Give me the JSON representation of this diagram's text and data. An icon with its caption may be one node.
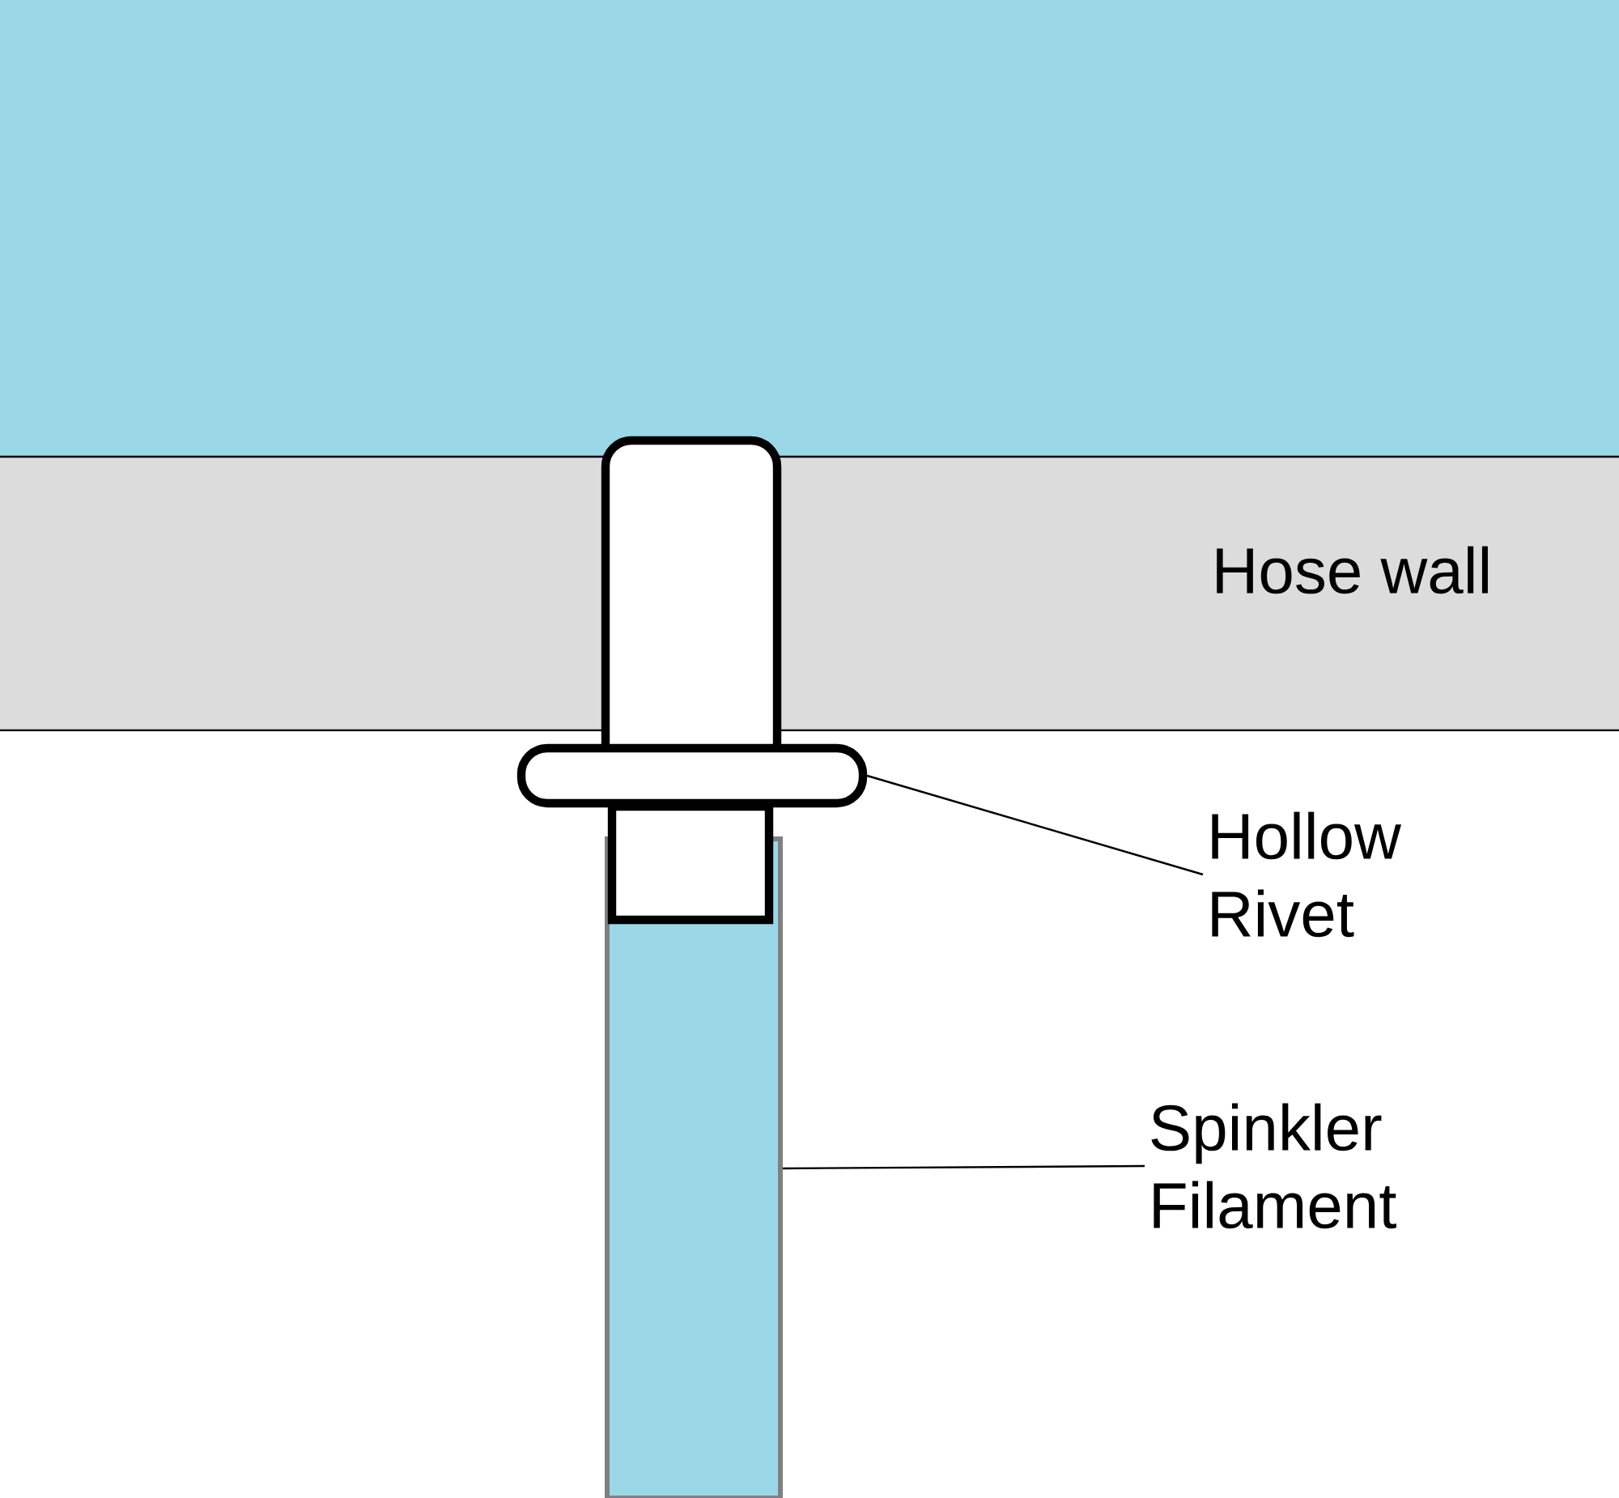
{
  "diagram": {
    "nodes": [
      {
        "text": [
          "Hose wall"
        ]
      },
      {
        "text": [],
        "shape": "rivet"
      },
      {
        "text": [
          "Hollow Rivet"
        ]
      },
      {
        "text": [],
        "shape": "tube"
      },
      {
        "text": [
          "Spinkler Filament"
        ]
      }
    ],
    "edges": [
      {
        "from": 2,
        "to": 1,
        "arrow": "none"
      },
      {
        "from": 4,
        "to": 3,
        "arrow": "none"
      }
    ]
  }
}
